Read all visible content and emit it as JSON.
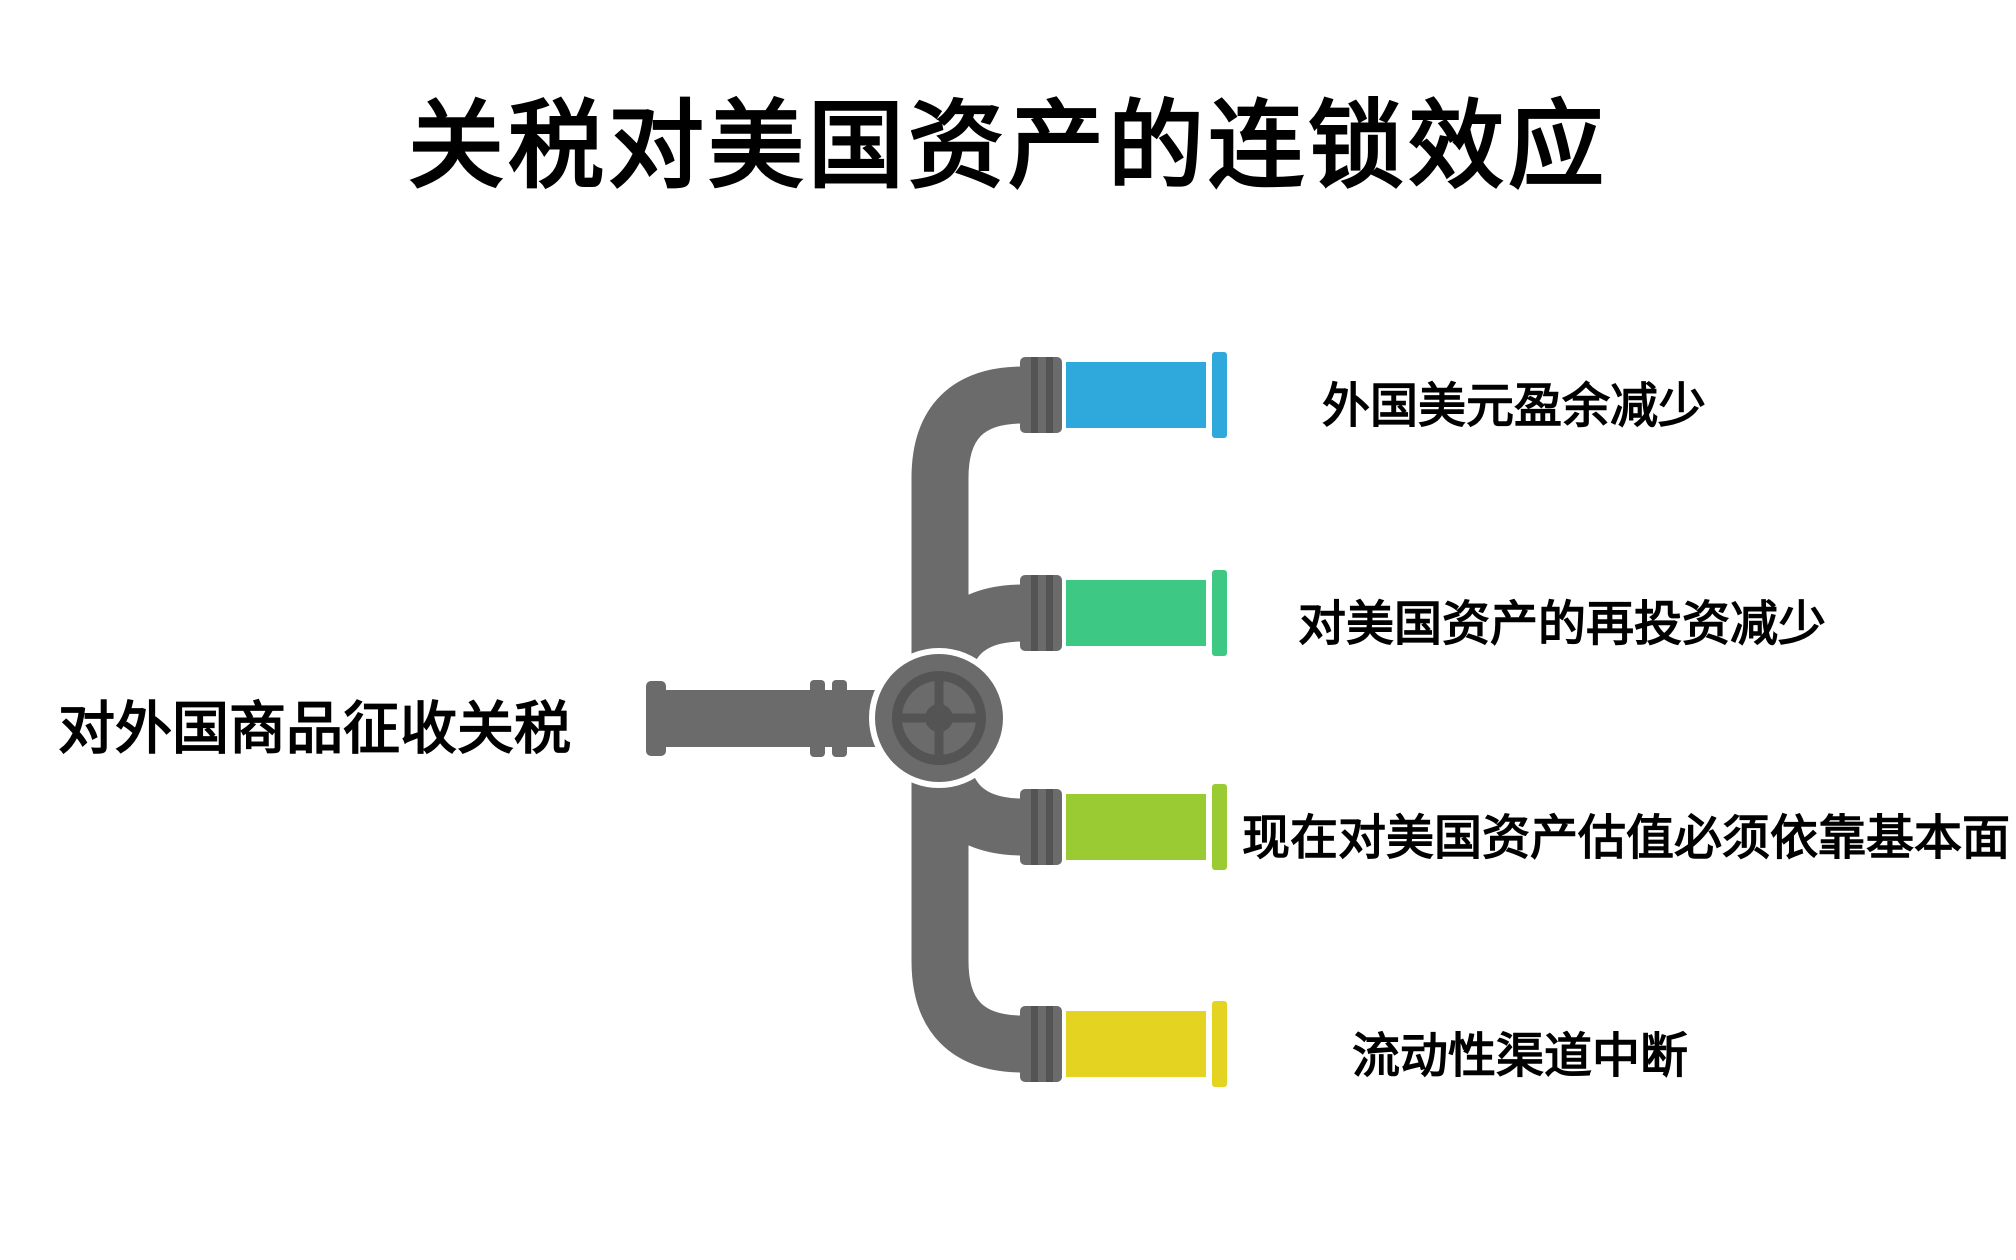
{
  "title": "关税对美国资产的连锁效应",
  "source": {
    "label": "对外国商品征收关税"
  },
  "branches": [
    {
      "label": "外国美元盈余减少",
      "color": "#2FA8DC"
    },
    {
      "label": "对美国资产的再投资减少",
      "color": "#3DC983"
    },
    {
      "label": "现在对美国资产估值必须依靠基本面",
      "color": "#9BCB32"
    },
    {
      "label": "流动性渠道中断",
      "color": "#E4D320"
    }
  ],
  "colors": {
    "pipe": "#6B6B6B",
    "pipe_dark": "#545454",
    "valve_outline": "#FFFFFF"
  }
}
